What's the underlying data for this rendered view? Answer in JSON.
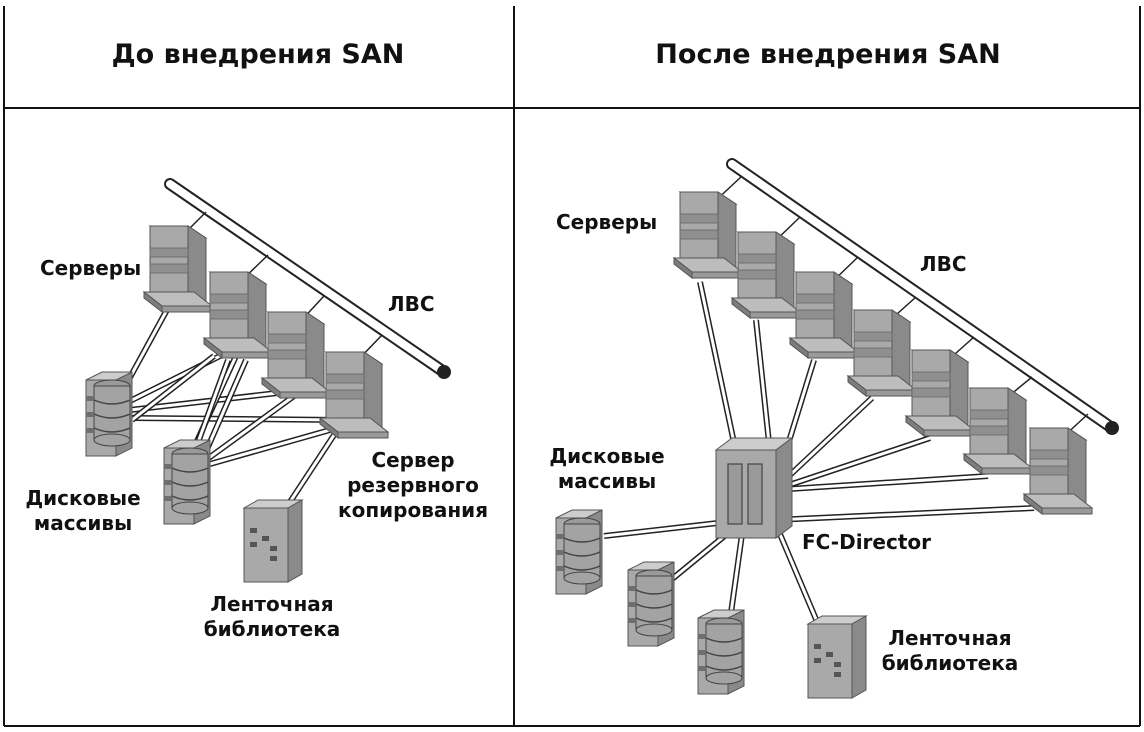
{
  "panels": {
    "before": {
      "title": "До внедрения SAN",
      "servers_label": "Серверы",
      "lan_label": "ЛВС",
      "disks_label": "Дисковые\nмассивы",
      "backup_label": "Сервер\nрезервного\nкопирования",
      "tape_label": "Ленточная\nбиблиотека"
    },
    "after": {
      "title": "После внедрения SAN",
      "servers_label": "Серверы",
      "lan_label": "ЛВС",
      "disks_label": "Дисковые\nмассивы",
      "director_label": "FC-Director",
      "tape_label": "Ленточная\nбиблиотека"
    }
  },
  "colors": {
    "device_front": "#a9a9a9",
    "device_side": "#8a8a8a",
    "device_top": "#cdcdcd",
    "device_dark": "#6e6e6e",
    "cable_fill": "#ffffff",
    "cable_stroke": "#222222"
  },
  "icons": [
    "server-icon",
    "disk-array-icon",
    "tape-library-icon",
    "fc-director-icon",
    "lan-bus-icon"
  ]
}
